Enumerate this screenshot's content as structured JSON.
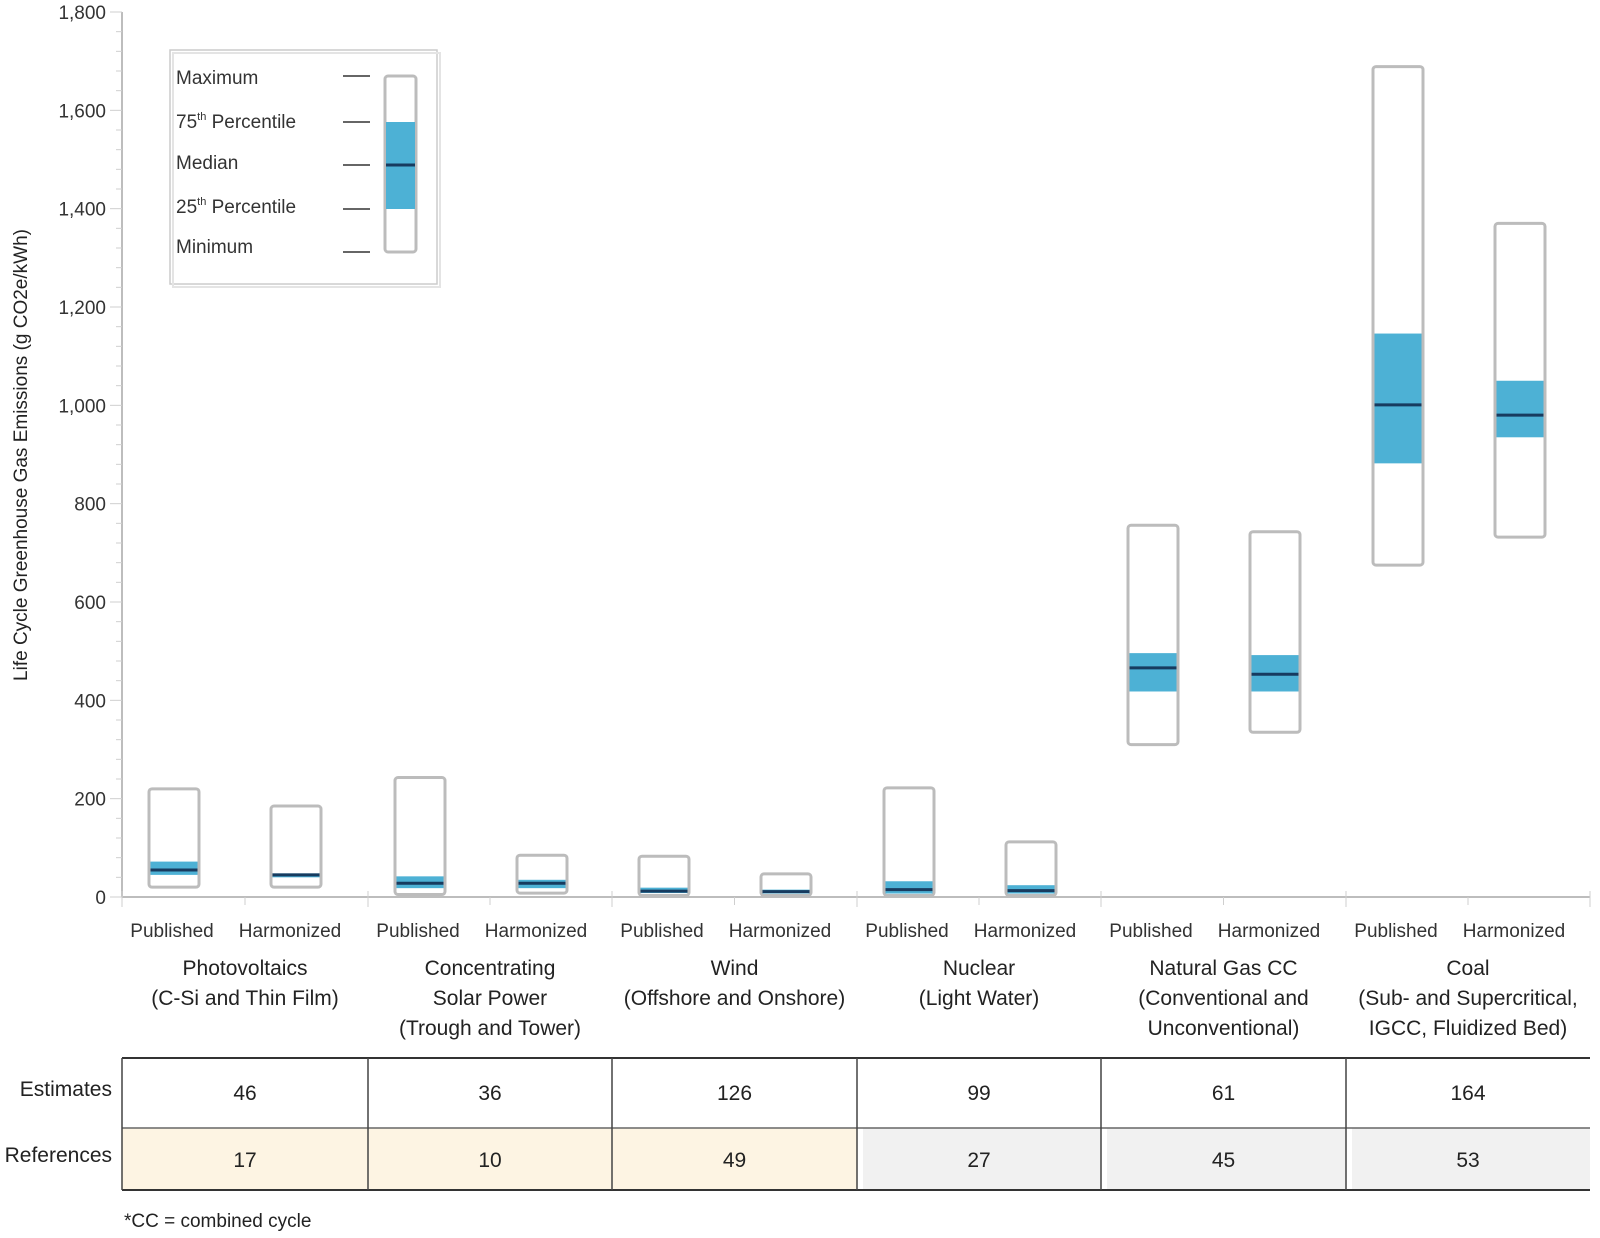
{
  "chart_data": {
    "type": "boxplot",
    "ylabel": "Life Cycle Greenhouse Gas Emissions (g CO2e/kWh)",
    "ylim": [
      0,
      1800
    ],
    "yticks": [
      0,
      200,
      400,
      600,
      800,
      1000,
      1200,
      1400,
      1600,
      1800
    ],
    "ytick_labels": [
      "0",
      "200",
      "400",
      "600",
      "800",
      "1,000",
      "1,200",
      "1,400",
      "1,600",
      "1,800"
    ],
    "sub_categories": [
      "Published",
      "Harmonized"
    ],
    "groups": [
      {
        "label_lines": [
          "Photovoltaics",
          "(C-Si and Thin Film)"
        ],
        "boxes": [
          {
            "label": "Published",
            "min": 20,
            "q1": 45,
            "median": 55,
            "q3": 72,
            "max": 220
          },
          {
            "label": "Harmonized",
            "min": 20,
            "q1": 40,
            "median": 45,
            "q3": 48,
            "max": 185
          }
        ],
        "estimates": "46",
        "references": "17",
        "ref_highlight": "renewable"
      },
      {
        "label_lines": [
          "Concentrating",
          "Solar Power",
          "(Trough and Tower)"
        ],
        "boxes": [
          {
            "label": "Published",
            "min": 5,
            "q1": 18,
            "median": 28,
            "q3": 42,
            "max": 243
          },
          {
            "label": "Harmonized",
            "min": 8,
            "q1": 18,
            "median": 28,
            "q3": 35,
            "max": 85
          }
        ],
        "estimates": "36",
        "references": "10",
        "ref_highlight": "renewable"
      },
      {
        "label_lines": [
          "Wind",
          "(Offshore and Onshore)"
        ],
        "boxes": [
          {
            "label": "Published",
            "min": 3,
            "q1": 8,
            "median": 12,
            "q3": 19,
            "max": 83
          },
          {
            "label": "Harmonized",
            "min": 3,
            "q1": 7,
            "median": 11,
            "q3": 15,
            "max": 47
          }
        ],
        "estimates": "126",
        "references": "49",
        "ref_highlight": "renewable"
      },
      {
        "label_lines": [
          "Nuclear",
          "(Light Water)"
        ],
        "boxes": [
          {
            "label": "Published",
            "min": 3,
            "q1": 7,
            "median": 15,
            "q3": 32,
            "max": 222
          },
          {
            "label": "Harmonized",
            "min": 3,
            "q1": 7,
            "median": 13,
            "q3": 24,
            "max": 112
          }
        ],
        "estimates": "99",
        "references": "27",
        "ref_highlight": "other"
      },
      {
        "label_lines": [
          "Natural Gas CC",
          "(Conventional and",
          "Unconventional)"
        ],
        "boxes": [
          {
            "label": "Published",
            "min": 310,
            "q1": 418,
            "median": 466,
            "q3": 496,
            "max": 756
          },
          {
            "label": "Harmonized",
            "min": 335,
            "q1": 418,
            "median": 453,
            "q3": 492,
            "max": 743
          }
        ],
        "estimates": "61",
        "references": "45",
        "ref_highlight": "other"
      },
      {
        "label_lines": [
          "Coal",
          "(Sub- and Supercritical,",
          "IGCC, Fluidized Bed)"
        ],
        "boxes": [
          {
            "label": "Published",
            "min": 675,
            "q1": 882,
            "median": 1001,
            "q3": 1146,
            "max": 1689
          },
          {
            "label": "Harmonized",
            "min": 732,
            "q1": 935,
            "median": 980,
            "q3": 1050,
            "max": 1370
          }
        ],
        "estimates": "164",
        "references": "53",
        "ref_highlight": "other"
      }
    ],
    "table_rows": [
      "Estimates",
      "References"
    ],
    "legend": {
      "items": [
        "Maximum",
        "75",
        "Median",
        "25",
        "Minimum"
      ],
      "percentile_suffix": "th",
      "percentile_word": "Percentile",
      "placement": "top-left"
    },
    "footnote": "*CC = combined cycle",
    "colors": {
      "iqr": "#4db1d5",
      "median": "#173b5f",
      "box_outline": "#bcbcbc",
      "renewable_ref_bg": "#fdf4e3",
      "other_ref_bg": "#f1f1f1"
    }
  }
}
